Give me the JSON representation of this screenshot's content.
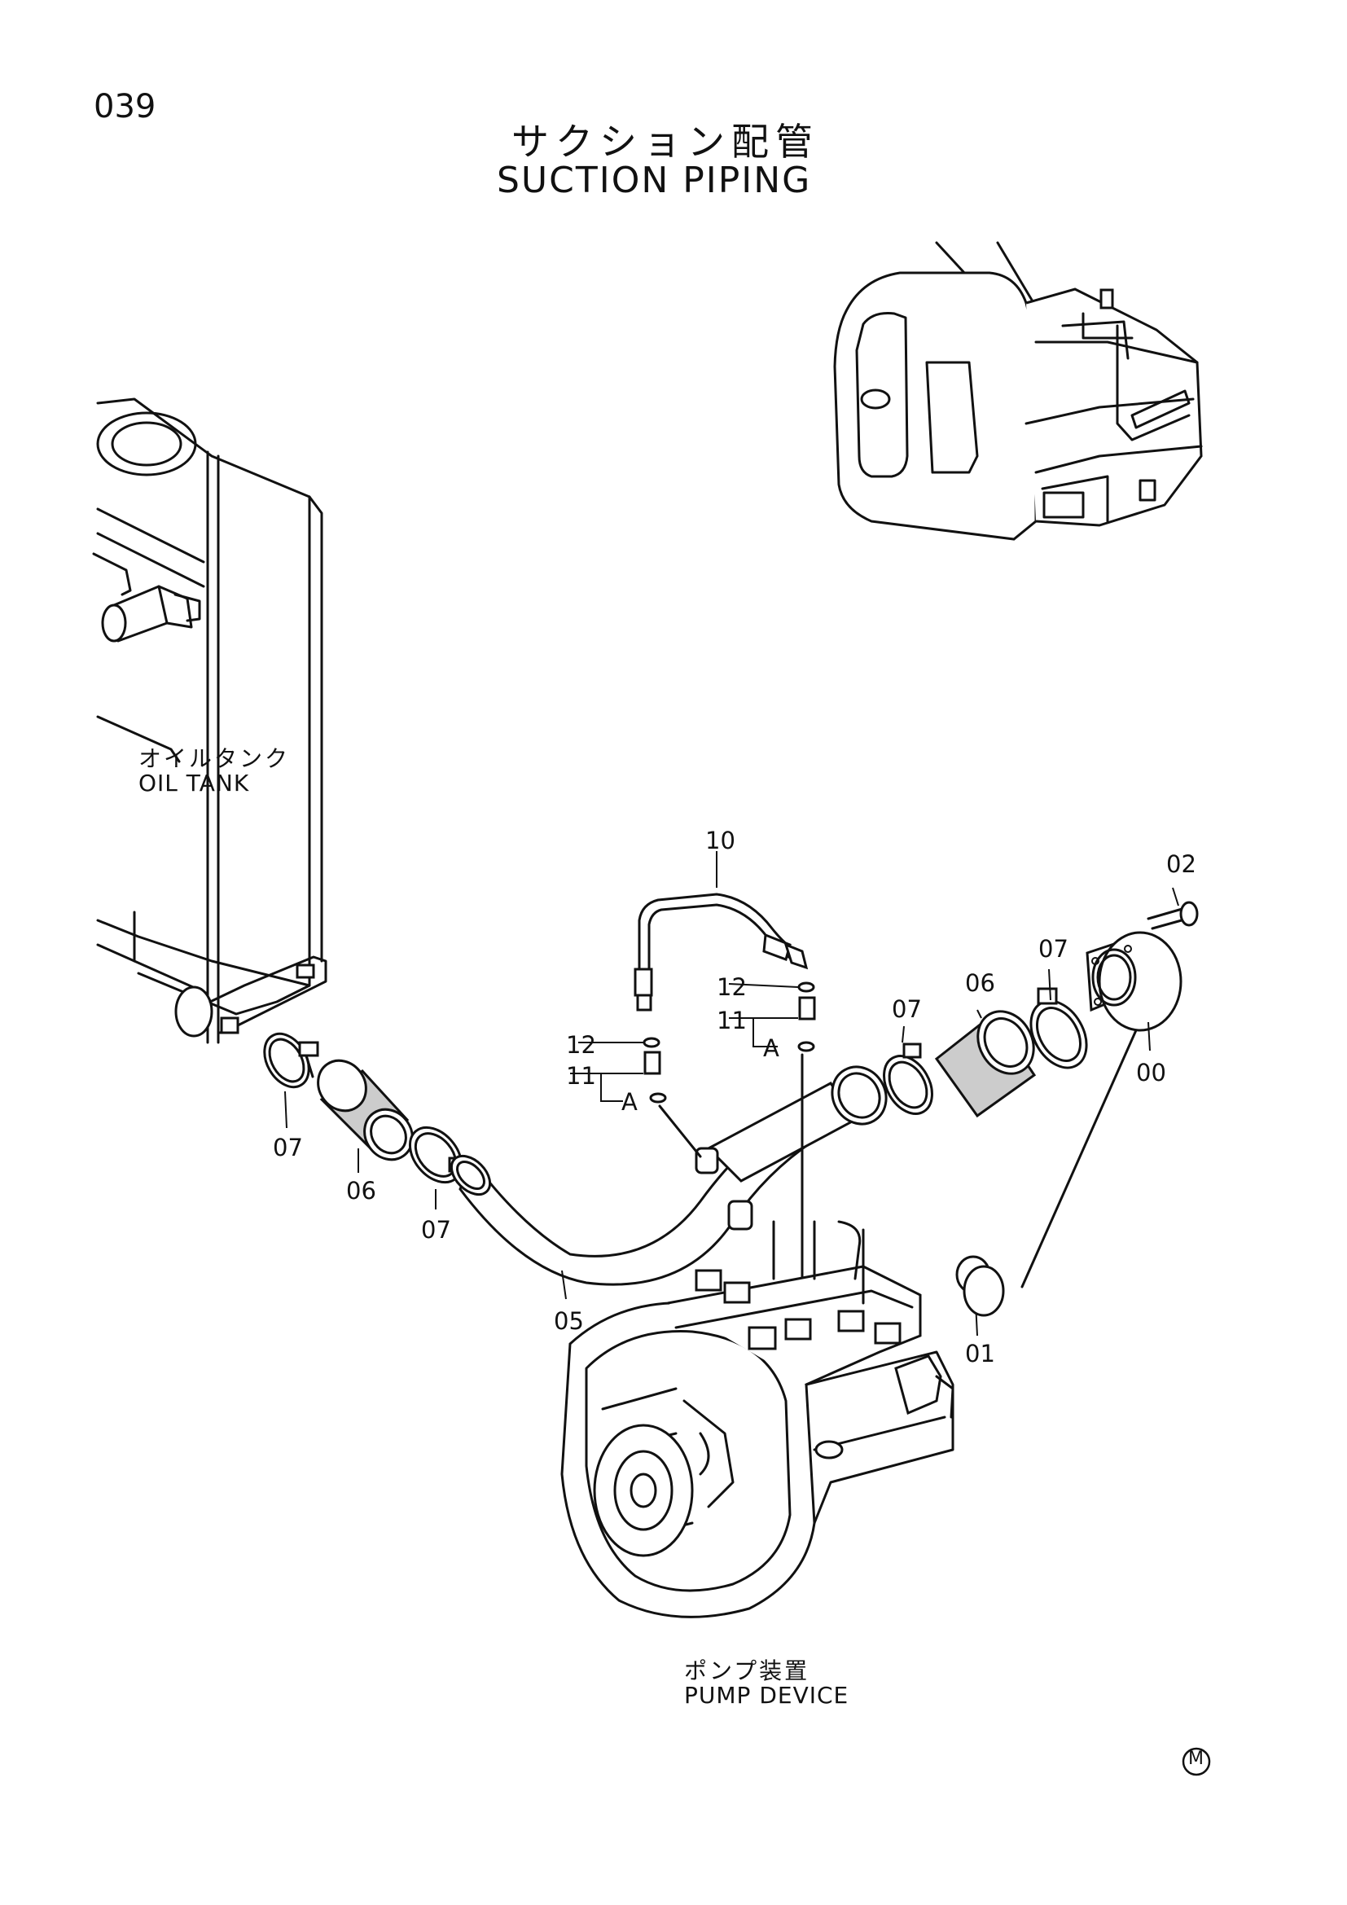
{
  "header": {
    "page_number": "039",
    "title_jp": "サクション配管",
    "title_en": "SUCTION PIPING"
  },
  "labels": {
    "oil_tank_jp": "オイルタンク",
    "oil_tank_en": "OIL TANK",
    "pump_device_jp": "ポンプ装置",
    "pump_device_en": "PUMP DEVICE"
  },
  "callouts": {
    "c10": "10",
    "c02": "02",
    "c07_right": "07",
    "c06_right": "06",
    "c07_mid_right": "07",
    "c00": "00",
    "c12_upper": "12",
    "c11_upper": "11",
    "ca_upper": "A",
    "c12_lower": "12",
    "c11_lower": "11",
    "ca_lower": "A",
    "c07_left": "07",
    "c06_left": "06",
    "c07_mid_left": "07",
    "c05": "05",
    "c01": "01"
  },
  "footer": {
    "mark": "M"
  }
}
